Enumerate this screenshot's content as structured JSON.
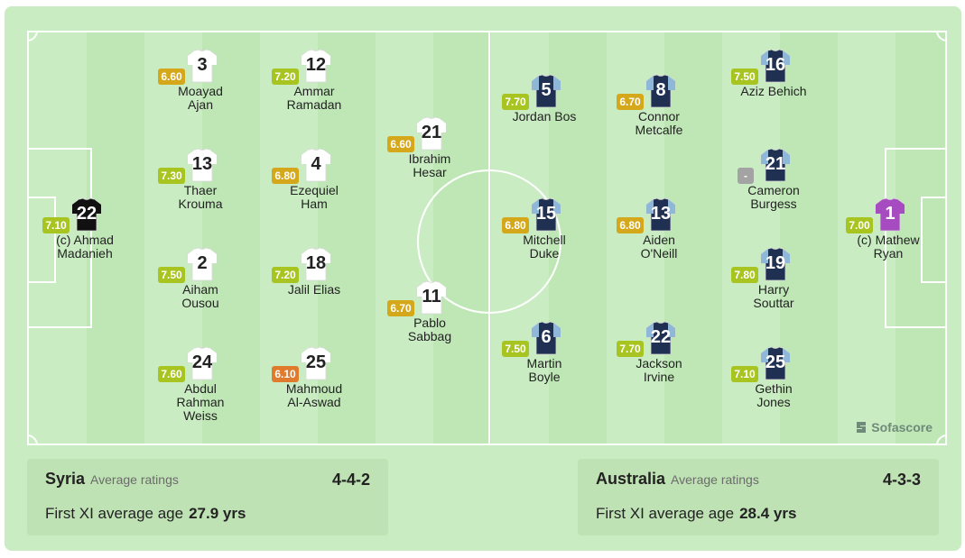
{
  "colors": {
    "rating_green": "#a7c420",
    "rating_yellow": "#d4a81a",
    "rating_orange": "#e07a2c",
    "rating_grey": "#a3a3a3",
    "syria_shirt": "#ffffff",
    "syria_gk_shirt": "#111111",
    "australia_shirt": "#1f3052",
    "australia_gk_shirt": "#a64cc0"
  },
  "brand": {
    "label": "Sofascore",
    "icon": "sofascore-logo-icon"
  },
  "players": [
    {
      "team": "syria",
      "number": "22",
      "rating": "7.10",
      "rating_color": "green",
      "name": "(c) Ahmad\nMadanieh",
      "gk": true
    },
    {
      "team": "syria",
      "number": "3",
      "rating": "6.60",
      "rating_color": "yellow",
      "name": "Moayad\nAjan",
      "gk": false
    },
    {
      "team": "syria",
      "number": "13",
      "rating": "7.30",
      "rating_color": "green",
      "name": "Thaer\nKrouma",
      "gk": false
    },
    {
      "team": "syria",
      "number": "2",
      "rating": "7.50",
      "rating_color": "green",
      "name": "Aiham\nOusou",
      "gk": false
    },
    {
      "team": "syria",
      "number": "24",
      "rating": "7.60",
      "rating_color": "green",
      "name": "Abdul\nRahman\nWeiss",
      "gk": false
    },
    {
      "team": "syria",
      "number": "12",
      "rating": "7.20",
      "rating_color": "green",
      "name": "Ammar\nRamadan",
      "gk": false
    },
    {
      "team": "syria",
      "number": "4",
      "rating": "6.80",
      "rating_color": "yellow",
      "name": "Ezequiel\nHam",
      "gk": false
    },
    {
      "team": "syria",
      "number": "18",
      "rating": "7.20",
      "rating_color": "green",
      "name": "Jalil Elias",
      "gk": false
    },
    {
      "team": "syria",
      "number": "25",
      "rating": "6.10",
      "rating_color": "orange",
      "name": "Mahmoud\nAl-Aswad",
      "gk": false
    },
    {
      "team": "syria",
      "number": "21",
      "rating": "6.60",
      "rating_color": "yellow",
      "name": "Ibrahim\nHesar",
      "gk": false
    },
    {
      "team": "syria",
      "number": "11",
      "rating": "6.70",
      "rating_color": "yellow",
      "name": "Pablo\nSabbag",
      "gk": false
    },
    {
      "team": "australia",
      "number": "5",
      "rating": "7.70",
      "rating_color": "green",
      "name": "Jordan Bos",
      "gk": false
    },
    {
      "team": "australia",
      "number": "15",
      "rating": "6.80",
      "rating_color": "yellow",
      "name": "Mitchell\nDuke",
      "gk": false
    },
    {
      "team": "australia",
      "number": "6",
      "rating": "7.50",
      "rating_color": "green",
      "name": "Martin\nBoyle",
      "gk": false
    },
    {
      "team": "australia",
      "number": "8",
      "rating": "6.70",
      "rating_color": "yellow",
      "name": "Connor\nMetcalfe",
      "gk": false
    },
    {
      "team": "australia",
      "number": "13",
      "rating": "6.80",
      "rating_color": "yellow",
      "name": "Aiden\nO'Neill",
      "gk": false
    },
    {
      "team": "australia",
      "number": "22",
      "rating": "7.70",
      "rating_color": "green",
      "name": "Jackson\nIrvine",
      "gk": false
    },
    {
      "team": "australia",
      "number": "16",
      "rating": "7.50",
      "rating_color": "green",
      "name": "Aziz Behich",
      "gk": false
    },
    {
      "team": "australia",
      "number": "21",
      "rating": "-",
      "rating_color": "grey",
      "name": "Cameron\nBurgess",
      "gk": false
    },
    {
      "team": "australia",
      "number": "19",
      "rating": "7.80",
      "rating_color": "green",
      "name": "Harry\nSouttar",
      "gk": false
    },
    {
      "team": "australia",
      "number": "25",
      "rating": "7.10",
      "rating_color": "green",
      "name": "Gethin\nJones",
      "gk": false
    },
    {
      "team": "australia",
      "number": "1",
      "rating": "7.00",
      "rating_color": "green",
      "name": "(c) Mathew\nRyan",
      "gk": true
    }
  ],
  "teams": {
    "home": {
      "name": "Syria",
      "avg_label": "Average ratings",
      "formation": "4-4-2",
      "age_label": "First XI average age",
      "age_value": "27.9 yrs"
    },
    "away": {
      "name": "Australia",
      "avg_label": "Average ratings",
      "formation": "4-3-3",
      "age_label": "First XI average age",
      "age_value": "28.4 yrs"
    }
  }
}
